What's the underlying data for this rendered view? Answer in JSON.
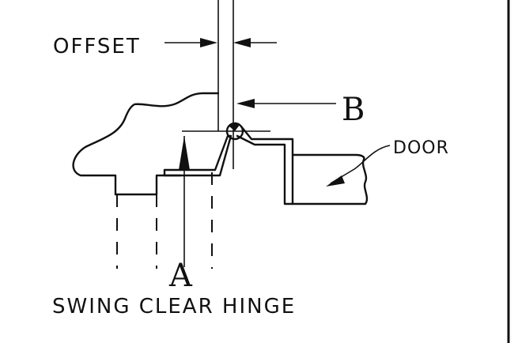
{
  "labels": {
    "offset": "OFFSET",
    "b": "B",
    "door": "DOOR",
    "a": "A",
    "caption": "SWING CLEAR HINGE"
  },
  "colors": {
    "ink": "#111111",
    "background": "#ffffff"
  }
}
